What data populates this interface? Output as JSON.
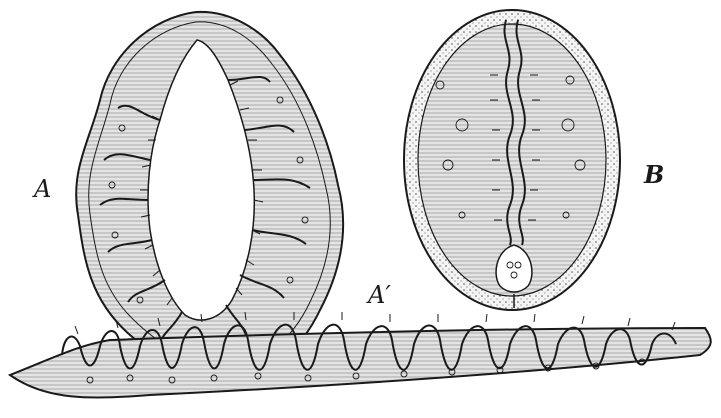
{
  "figure": {
    "labels": {
      "a": "A",
      "b": "B",
      "a_prime": "A′"
    },
    "colors": {
      "ink": "#1a1a1a",
      "tissue": "#d8d8d8",
      "paper": "#ffffff"
    }
  }
}
